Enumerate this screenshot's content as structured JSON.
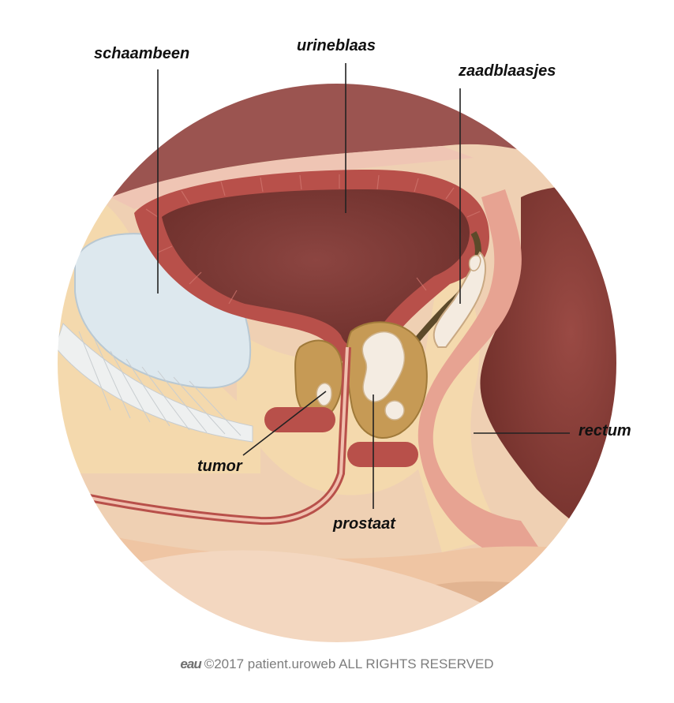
{
  "labels": {
    "pubic_bone": "schaambeen",
    "bladder": "urineblaas",
    "seminal_vesicles": "zaadblaasjes",
    "rectum": "rectum",
    "tumor": "tumor",
    "prostate": "prostaat"
  },
  "footer": {
    "logo": "eau",
    "copyright": "©2017 patient.uroweb ALL RIGHTS RESERVED"
  },
  "colors": {
    "tissue_light": "#f1d3b6",
    "fat_yellow": "#f5dcb0",
    "muscle_red": "#b8504a",
    "lumen_dark": "#8a3f3a",
    "bone_blue": "#dde8ee",
    "prostate_tan": "#c69a55",
    "tumor_white": "#f3ece2"
  }
}
